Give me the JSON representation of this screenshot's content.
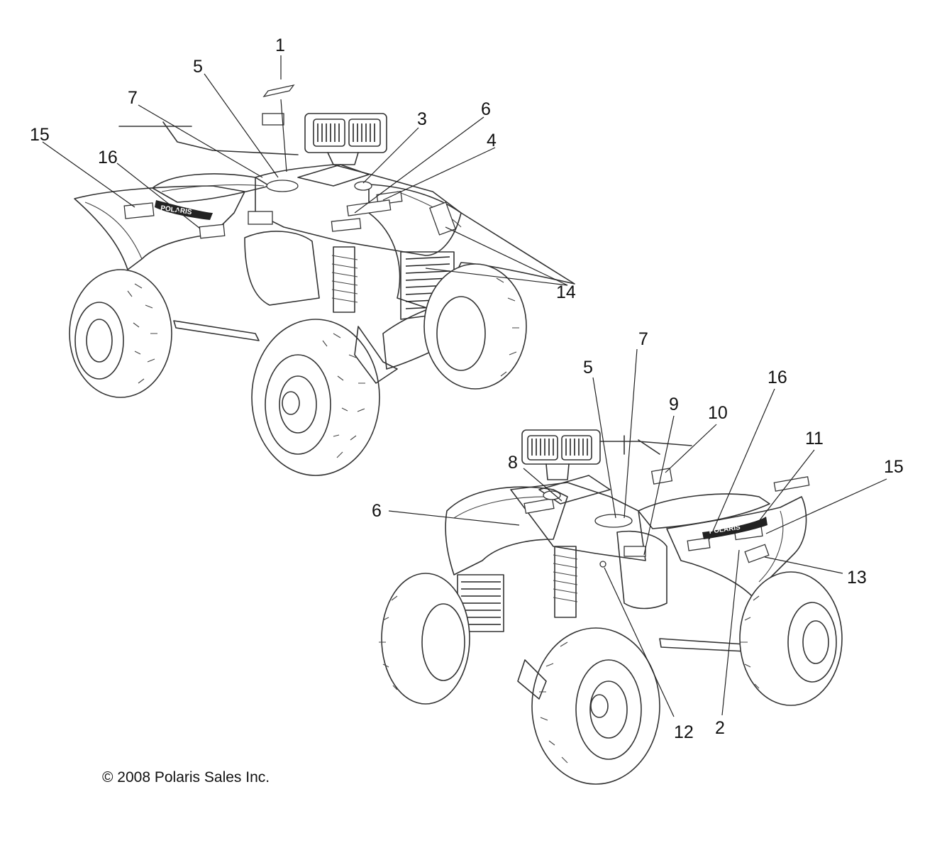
{
  "callouts_top": [
    {
      "id": "c1",
      "label": "1"
    },
    {
      "id": "c5",
      "label": "5"
    },
    {
      "id": "c7",
      "label": "7"
    },
    {
      "id": "c15",
      "label": "15"
    },
    {
      "id": "c16",
      "label": "16"
    },
    {
      "id": "c3",
      "label": "3"
    },
    {
      "id": "c6",
      "label": "6"
    },
    {
      "id": "c4",
      "label": "4"
    },
    {
      "id": "c14",
      "label": "14"
    }
  ],
  "callouts_bottom": [
    {
      "id": "c7",
      "label": "7"
    },
    {
      "id": "c5",
      "label": "5"
    },
    {
      "id": "c9",
      "label": "9"
    },
    {
      "id": "c10",
      "label": "10"
    },
    {
      "id": "c16",
      "label": "16"
    },
    {
      "id": "c11",
      "label": "11"
    },
    {
      "id": "c8",
      "label": "8"
    },
    {
      "id": "c15",
      "label": "15"
    },
    {
      "id": "c6",
      "label": "6"
    },
    {
      "id": "c13",
      "label": "13"
    },
    {
      "id": "c12",
      "label": "12"
    },
    {
      "id": "c2",
      "label": "2"
    }
  ],
  "brand_decal_text": "POLARIS",
  "copyright": "© 2008 Polaris Sales Inc."
}
